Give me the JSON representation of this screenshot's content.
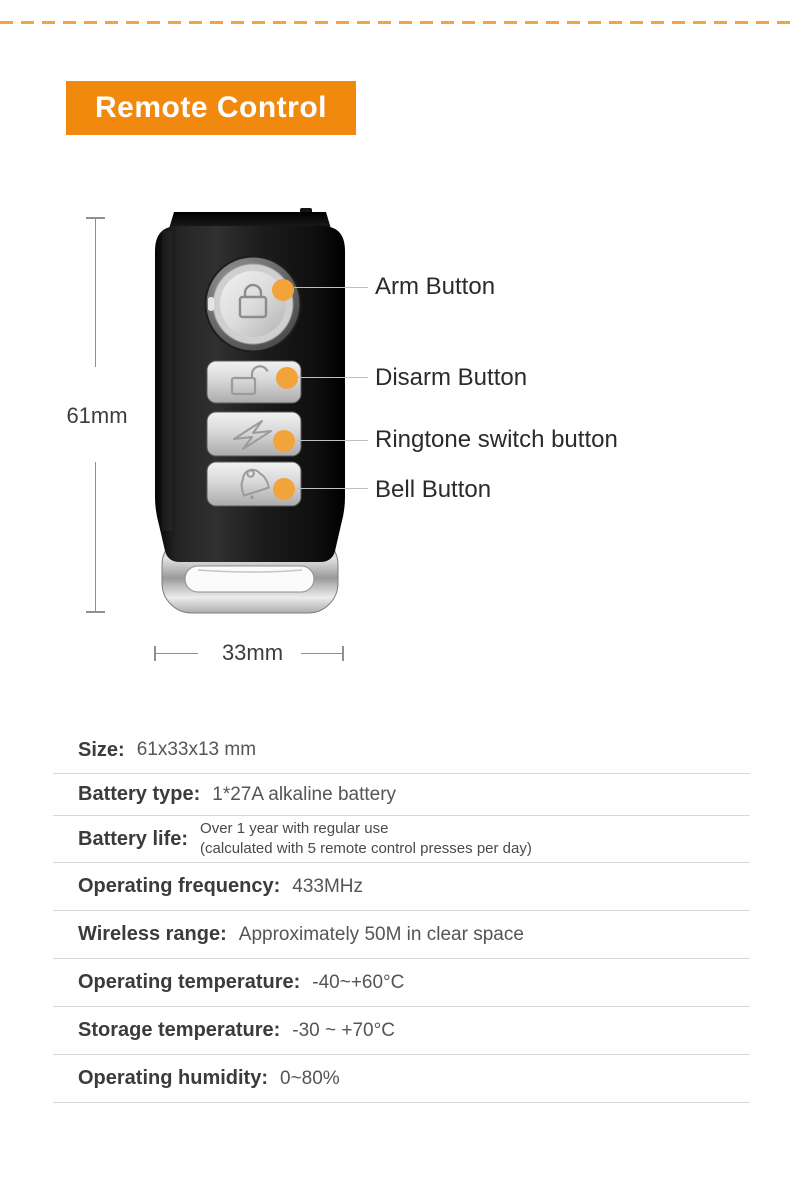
{
  "theme": {
    "badge_orange": "#F2890F",
    "dash_orange": "#F2A43F",
    "dot_orange": "#F2A339"
  },
  "header": {
    "title": "Remote Control"
  },
  "diagram": {
    "height_label": "61mm",
    "width_label": "33mm",
    "callouts": [
      {
        "label": "Arm Button",
        "icon": "lock-closed-icon"
      },
      {
        "label": "Disarm Button",
        "icon": "lock-open-icon"
      },
      {
        "label": "Ringtone switch button",
        "icon": "lightning-icon"
      },
      {
        "label": "Bell Button",
        "icon": "bell-icon"
      }
    ]
  },
  "specs": {
    "rows": [
      {
        "label": "Size:",
        "value": "61x33x13 mm"
      },
      {
        "label": "Battery type:",
        "value": "1*27A alkaline battery"
      },
      {
        "label": "Battery life:",
        "value_lines": [
          "Over 1 year with regular use",
          "(calculated with 5 remote control presses per day)"
        ]
      },
      {
        "label": "Operating frequency:",
        "value": "433MHz"
      },
      {
        "label": "Wireless range:",
        "value": "Approximately 50M in clear space"
      },
      {
        "label": "Operating temperature:",
        "value": "-40~+60°C"
      },
      {
        "label": "Storage temperature:",
        "value": "-30 ~ +70°C"
      },
      {
        "label": "Operating humidity:",
        "value": "0~80%"
      }
    ]
  }
}
